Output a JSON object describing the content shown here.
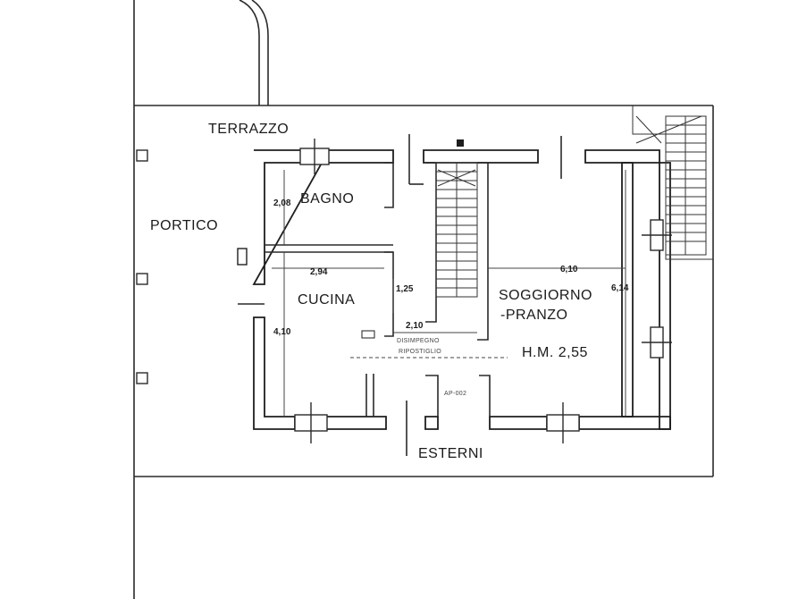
{
  "rooms": {
    "terrazzo": "TERRAZZO",
    "portico": "PORTICO",
    "bagno": "BAGNO",
    "cucina": "CUCINA",
    "soggiorno": "SOGGIORNO",
    "pranzo": "-PRANZO",
    "disimpegno_line1": "DISIMPEGNO",
    "disimpegno_line2": "RIPOSTIGLIO",
    "esterni": "ESTERNI",
    "height_note": "H.M. 2,55",
    "small_room_code": "AP-002"
  },
  "dimensions": {
    "bagno_height": "2,08",
    "cucina_width": "2,94",
    "cucina_height": "4,10",
    "hall_width": "1,25",
    "hall_depth": "2,10",
    "soggiorno_width": "6,10",
    "soggiorno_height": "6,14"
  }
}
